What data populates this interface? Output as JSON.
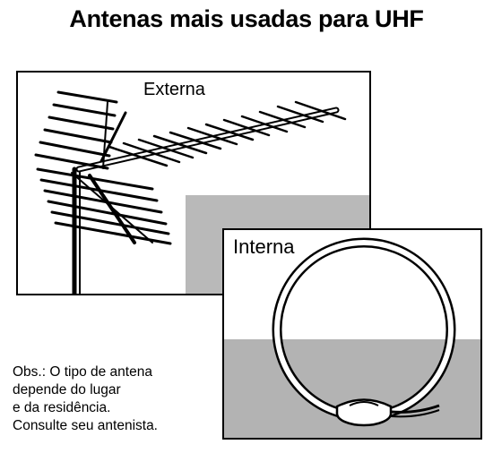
{
  "title": "Antenas mais usadas para UHF",
  "panels": {
    "external_label": "Externa",
    "internal_label": "Interna"
  },
  "note": {
    "lines": [
      "Obs.: O tipo de antena",
      "depende do lugar",
      "e da residência.",
      "Consulte seu antenista."
    ]
  },
  "colors": {
    "background": "#ffffff",
    "shading_gray": "#b9b9b9",
    "ink": "#000000"
  }
}
